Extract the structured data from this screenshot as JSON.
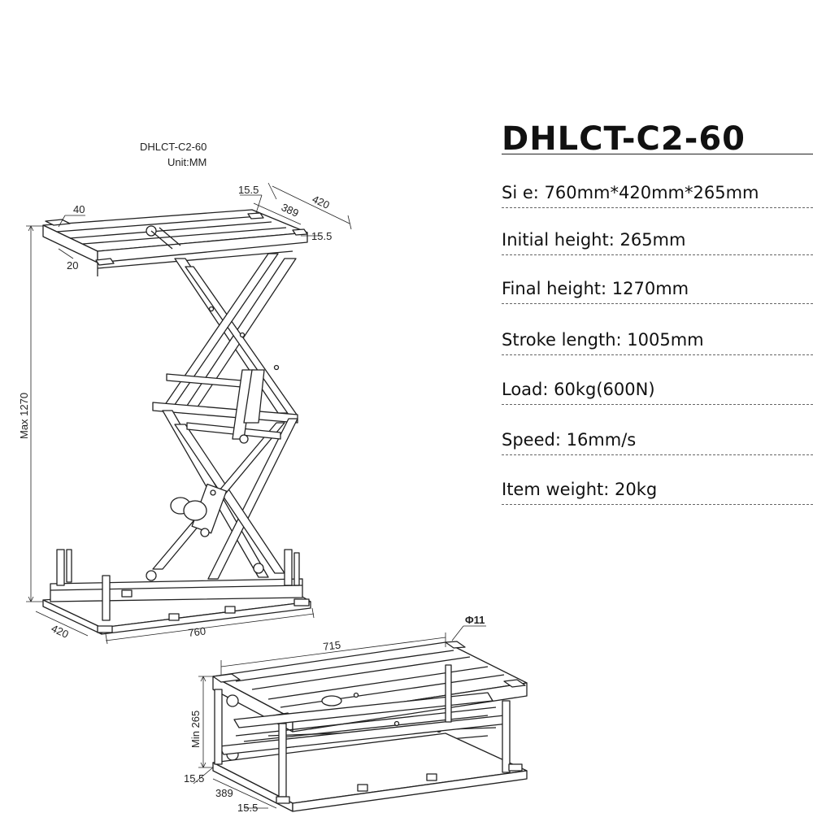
{
  "drawing": {
    "model_caption": "DHLCT-C2-60",
    "unit_caption": "Unit:MM",
    "dims_top": {
      "top_flange": "40",
      "top_flange_inner": "20",
      "edge_a": "15.5",
      "edge_b": "15.5",
      "inner_depth": "389",
      "depth": "420",
      "max_height": "Max 1270",
      "base_depth": "420",
      "length": "760"
    },
    "dims_bottom": {
      "inner_length": "715",
      "hole": "Φ11",
      "min_height": "Min 265",
      "edge_a": "15.5",
      "inner_depth": "389",
      "edge_b": "15.5"
    }
  },
  "specs": {
    "title": "DHLCT-C2-60",
    "rows": [
      "Si e: 760mm*420mm*265mm",
      "Initial height: 265mm",
      "Final height: 1270mm",
      "Stroke length: 1005mm",
      "Load: 60kg(600N)",
      "Speed: 16mm/s",
      "Item weight: 20kg"
    ]
  }
}
